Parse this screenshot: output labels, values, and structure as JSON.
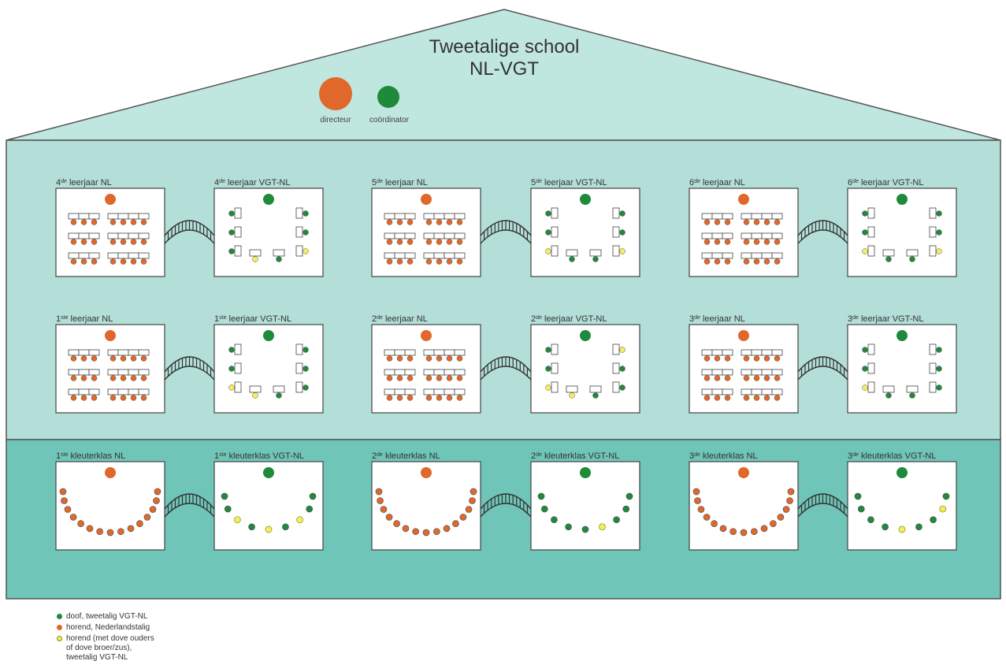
{
  "title": {
    "line1": "Tweetalige school",
    "line2": "NL-VGT"
  },
  "staff": {
    "director_label": "directeur",
    "coordinator_label": "coördinator"
  },
  "colors": {
    "roof": "#bfe6df",
    "floor_upper": "#b3dfd8",
    "floor_lower": "#6fc5b7",
    "outline": "#444444",
    "deaf_green": "#1f8a3a",
    "hearing_orange": "#e0682a",
    "codas_yellow": "#f3ef5a"
  },
  "rooms": [
    {
      "num": "4",
      "sup": "de",
      "name": "leerjaar NL",
      "kind": "desk-nl",
      "row": 0,
      "col": 0
    },
    {
      "num": "4",
      "sup": "de",
      "name": "leerjaar VGT-NL",
      "kind": "desk-vgt",
      "row": 0,
      "col": 1,
      "yellow": [
        6,
        7
      ]
    },
    {
      "num": "5",
      "sup": "de",
      "name": "leerjaar NL",
      "kind": "desk-nl",
      "row": 0,
      "col": 2
    },
    {
      "num": "5",
      "sup": "de",
      "name": "leerjaar VGT-NL",
      "kind": "desk-vgt",
      "row": 0,
      "col": 3,
      "yellow": [
        3,
        6
      ]
    },
    {
      "num": "6",
      "sup": "de",
      "name": "leerjaar NL",
      "kind": "desk-nl",
      "row": 0,
      "col": 4
    },
    {
      "num": "6",
      "sup": "de",
      "name": "leerjaar VGT-NL",
      "kind": "desk-vgt",
      "row": 0,
      "col": 5,
      "yellow": [
        3,
        6
      ]
    },
    {
      "num": "1",
      "sup": "ste",
      "name": "leerjaar NL",
      "kind": "desk-nl",
      "row": 1,
      "col": 0
    },
    {
      "num": "1",
      "sup": "ste",
      "name": "leerjaar VGT-NL",
      "kind": "desk-vgt",
      "row": 1,
      "col": 1,
      "yellow": [
        3,
        7
      ]
    },
    {
      "num": "2",
      "sup": "de",
      "name": "leerjaar NL",
      "kind": "desk-nl",
      "row": 1,
      "col": 2
    },
    {
      "num": "2",
      "sup": "de",
      "name": "leerjaar VGT-NL",
      "kind": "desk-vgt",
      "row": 1,
      "col": 3,
      "yellow": [
        3,
        4,
        7
      ]
    },
    {
      "num": "3",
      "sup": "de",
      "name": "leerjaar NL",
      "kind": "desk-nl",
      "row": 1,
      "col": 4
    },
    {
      "num": "3",
      "sup": "de",
      "name": "leerjaar VGT-NL",
      "kind": "desk-vgt",
      "row": 1,
      "col": 5,
      "yellow": [
        3
      ]
    },
    {
      "num": "1",
      "sup": "ste",
      "name": "kleuterklas NL",
      "kind": "arc-nl",
      "row": 2,
      "col": 0
    },
    {
      "num": "1",
      "sup": "ste",
      "name": "kleuterklas VGT-NL",
      "kind": "arc-vgt",
      "row": 2,
      "col": 1,
      "yellow": [
        3,
        5,
        7
      ]
    },
    {
      "num": "2",
      "sup": "de",
      "name": "kleuterklas NL",
      "kind": "arc-nl",
      "row": 2,
      "col": 2
    },
    {
      "num": "2",
      "sup": "de",
      "name": "kleuterklas VGT-NL",
      "kind": "arc-vgt",
      "row": 2,
      "col": 3,
      "yellow": [
        6
      ]
    },
    {
      "num": "3",
      "sup": "de",
      "name": "kleuterklas NL",
      "kind": "arc-nl",
      "row": 2,
      "col": 4
    },
    {
      "num": "3",
      "sup": "de",
      "name": "kleuterklas VGT-NL",
      "kind": "arc-vgt",
      "row": 2,
      "col": 5,
      "yellow": [
        5,
        8
      ]
    }
  ],
  "legend": [
    {
      "color": "deaf_green",
      "text": "doof, tweetalig VGT-NL"
    },
    {
      "color": "hearing_orange",
      "text": "horend, Nederlandstalig"
    },
    {
      "color": "codas_yellow",
      "text": "horend (met dove ouders of dove broer/zus), tweetalig VGT-NL"
    }
  ]
}
